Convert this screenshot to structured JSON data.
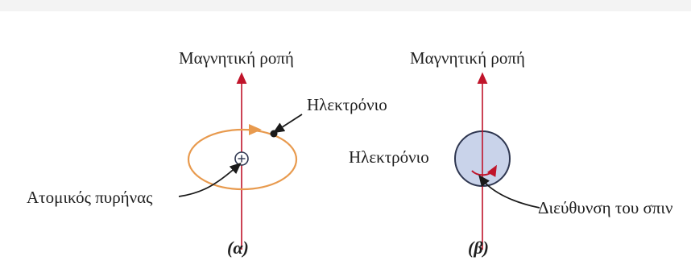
{
  "panel_a": {
    "moment_label": "Μαγνητική ροπή",
    "electron_label": "Ηλεκτρόνιο",
    "nucleus_label": "Ατομικός πυρήνας",
    "caption": "(α)"
  },
  "panel_b": {
    "moment_label": "Μαγνητική ροπή",
    "electron_label": "Ηλεκτρόνιο",
    "spin_label": "Διεύθυνση του σπιν",
    "caption": "(β)"
  },
  "colors": {
    "axis": "#c0142a",
    "orbit": "#e89a4e",
    "electron_fill": "#c9d3ea",
    "electron_stroke": "#2e3650",
    "pointer": "#1a1a1a"
  }
}
